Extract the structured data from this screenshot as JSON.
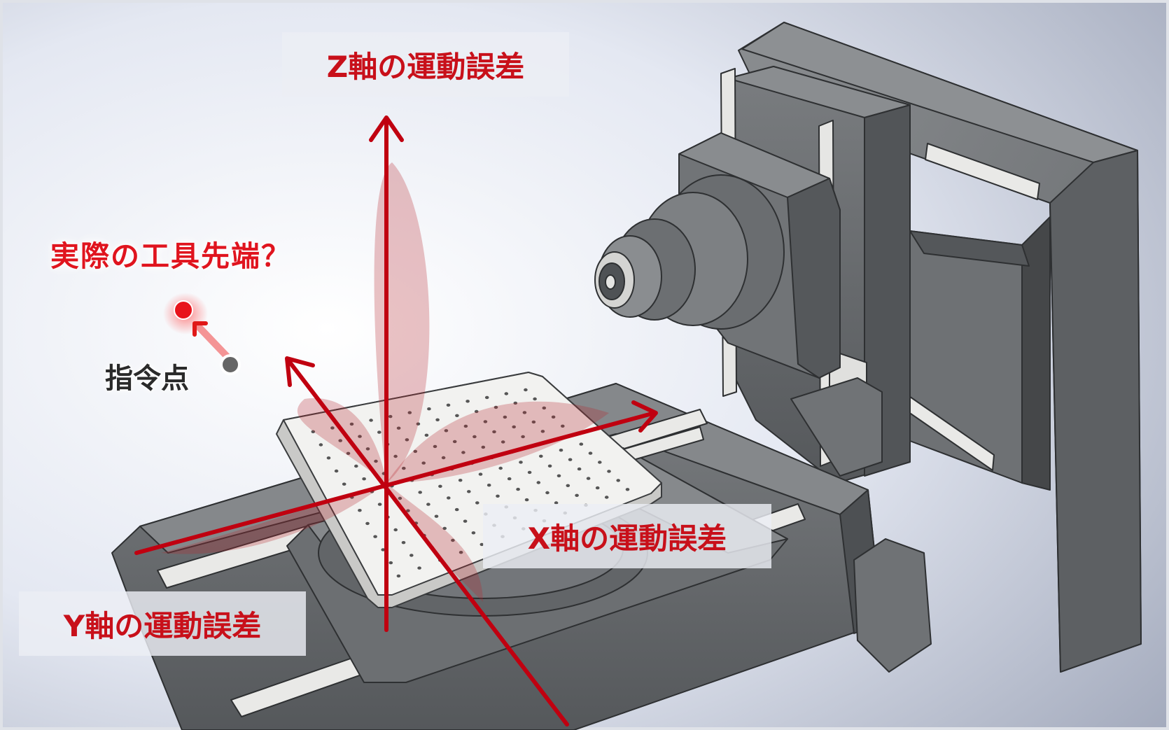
{
  "labels": {
    "z_axis_error": "Z軸の運動誤差",
    "x_axis_error": "X軸の運動誤差",
    "y_axis_error": "Y軸の運動誤差",
    "actual_tool_tip": "実際の工具先端？",
    "command_point": "指令点"
  },
  "colors": {
    "axis_red": "#c00010",
    "label_red": "#c8101a",
    "machine_gray": "#6b6e70",
    "rail_white": "#e8e8e6",
    "table_white": "#f2f2f0"
  },
  "icons": {
    "actual_point": "red-dot-icon",
    "command_point": "gray-dot-icon"
  }
}
